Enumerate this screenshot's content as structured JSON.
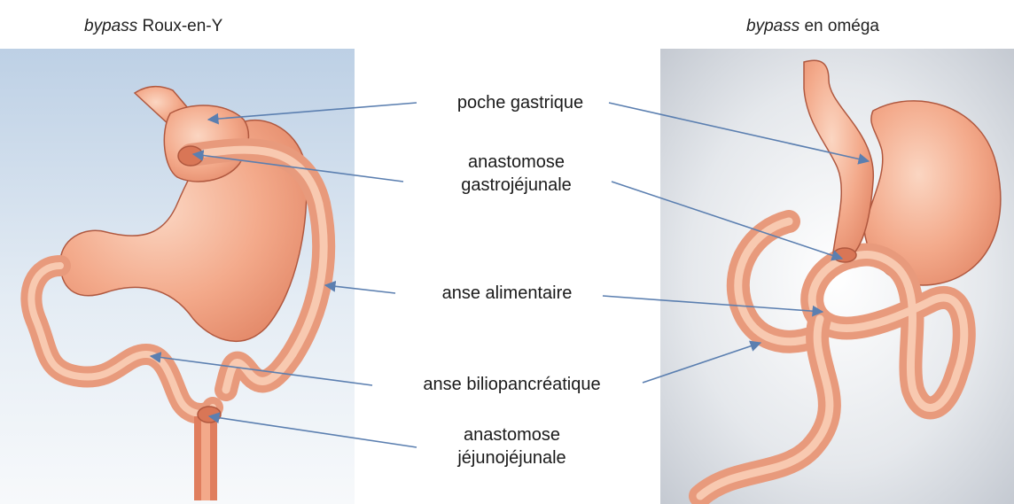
{
  "titles": {
    "left": {
      "italic": "bypass",
      "rest": " Roux-en-Y"
    },
    "right": {
      "italic": "bypass",
      "rest": " en oméga"
    }
  },
  "labels": {
    "poche_gastrique": "poche gastrique",
    "anastomose_gj_line1": "anastomose",
    "anastomose_gj_line2": "gastrojéjunale",
    "anse_alimentaire": "anse alimentaire",
    "anse_biliopancreatique": "anse biliopancréatique",
    "anastomose_jj_line1": "anastomose",
    "anastomose_jj_line2": "jéjunojéjunale"
  },
  "colors": {
    "organ_fill": "#f0a283",
    "organ_light": "#f8c9b0",
    "organ_stroke": "#b0583f",
    "arrow": "#5b7fb0",
    "panel_left_top": "#bdd0e5",
    "panel_right_top": "#c9ced6"
  }
}
